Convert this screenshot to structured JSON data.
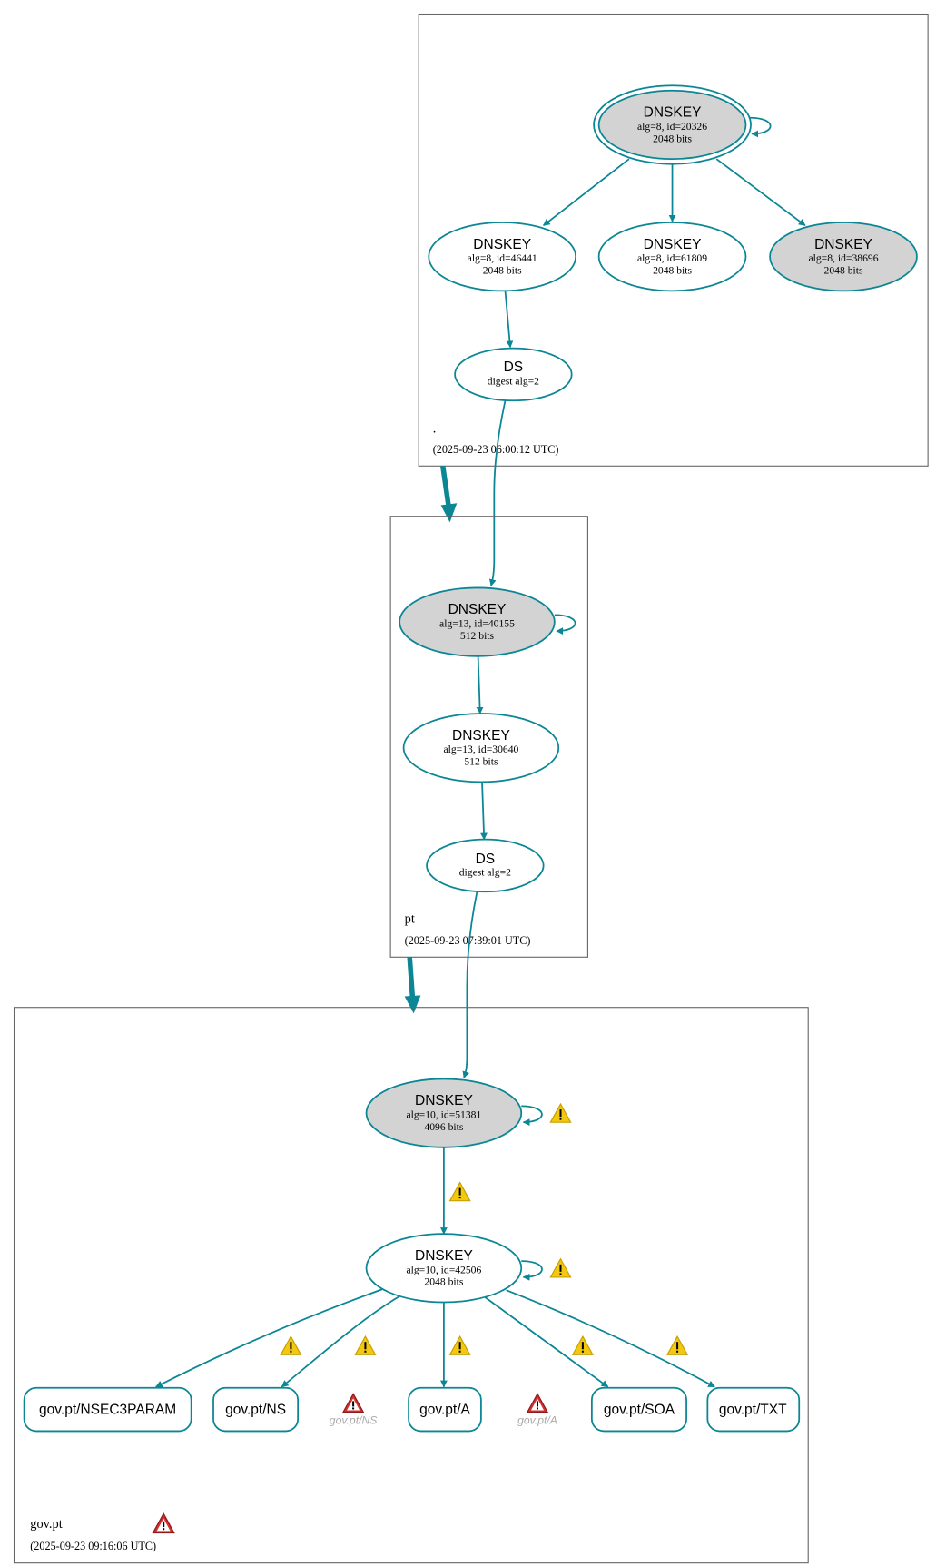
{
  "colors": {
    "edge": "#0a8694",
    "ksk_fill": "#d3d3d3",
    "warning": "#f2c811",
    "error": "#c62828"
  },
  "zones": {
    "root": {
      "name": ".",
      "timestamp": "(2025-09-23 06:00:12 UTC)",
      "nodes": {
        "ksk": {
          "type": "DNSKEY",
          "detail": "alg=8, id=20326",
          "size": "2048 bits"
        },
        "k46441": {
          "type": "DNSKEY",
          "detail": "alg=8, id=46441",
          "size": "2048 bits"
        },
        "k61809": {
          "type": "DNSKEY",
          "detail": "alg=8, id=61809",
          "size": "2048 bits"
        },
        "k38696": {
          "type": "DNSKEY",
          "detail": "alg=8, id=38696",
          "size": "2048 bits"
        },
        "ds": {
          "type": "DS",
          "detail": "digest alg=2"
        }
      }
    },
    "pt": {
      "name": "pt",
      "timestamp": "(2025-09-23 07:39:01 UTC)",
      "nodes": {
        "ksk": {
          "type": "DNSKEY",
          "detail": "alg=13, id=40155",
          "size": "512 bits"
        },
        "zsk": {
          "type": "DNSKEY",
          "detail": "alg=13, id=30640",
          "size": "512 bits"
        },
        "ds": {
          "type": "DS",
          "detail": "digest alg=2"
        }
      }
    },
    "govpt": {
      "name": "gov.pt",
      "timestamp": "(2025-09-23 09:16:06 UTC)",
      "nodes": {
        "ksk": {
          "type": "DNSKEY",
          "detail": "alg=10, id=51381",
          "size": "4096 bits"
        },
        "zsk": {
          "type": "DNSKEY",
          "detail": "alg=10, id=42506",
          "size": "2048 bits"
        }
      },
      "rrsets": [
        "gov.pt/NSEC3PARAM",
        "gov.pt/NS",
        "gov.pt/A",
        "gov.pt/SOA",
        "gov.pt/TXT"
      ],
      "missing": [
        "gov.pt/NS",
        "gov.pt/A"
      ]
    }
  }
}
